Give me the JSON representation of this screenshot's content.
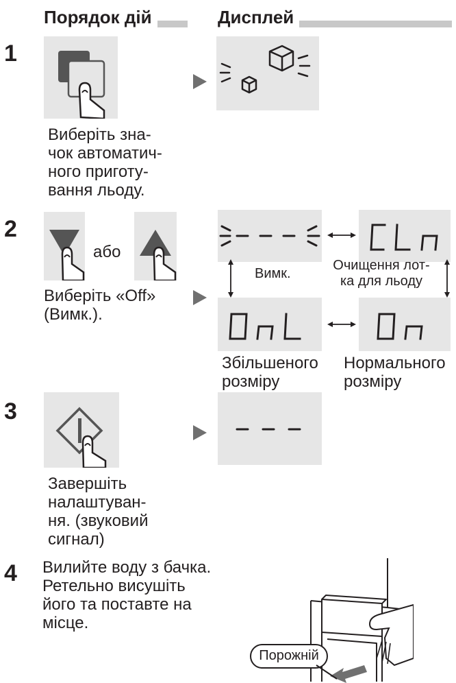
{
  "header": {
    "steps_title": "Порядок дій",
    "display_title": "Дисплей"
  },
  "step1": {
    "number": "1",
    "caption": [
      "Виберіть зна-",
      "чок автоматич-",
      "ного приготу-",
      "вання льоду."
    ]
  },
  "step2": {
    "number": "2",
    "or_label": "або",
    "caption": [
      "Виберіть «Off»",
      "(Вимк.)."
    ],
    "labels": {
      "off": "Вимк.",
      "cleaning": [
        "Очищення лот-",
        "ка для льоду"
      ],
      "large": [
        "Збільшеного",
        "розміру"
      ],
      "normal": [
        "Нормального",
        "розміру"
      ]
    },
    "lcd": {
      "off": "- - -",
      "cleaning": "CLn",
      "large": "OnL",
      "normal": "On"
    }
  },
  "step3": {
    "number": "3",
    "caption": [
      "Завершіть",
      "налаштуван-",
      "ня. (звуковий",
      "сигнал)"
    ],
    "lcd": "- - -"
  },
  "step4": {
    "number": "4",
    "caption": [
      "Вилийте воду з бачка.",
      "Ретельно висушіть",
      "його та поставте на",
      "місце."
    ],
    "callout": "Порожній"
  },
  "colors": {
    "tile_bg": "#e6e6e6",
    "header_bar": "#c8c8c8",
    "icon_dark": "#555555",
    "arrow": "#707070",
    "text": "#231f20"
  }
}
